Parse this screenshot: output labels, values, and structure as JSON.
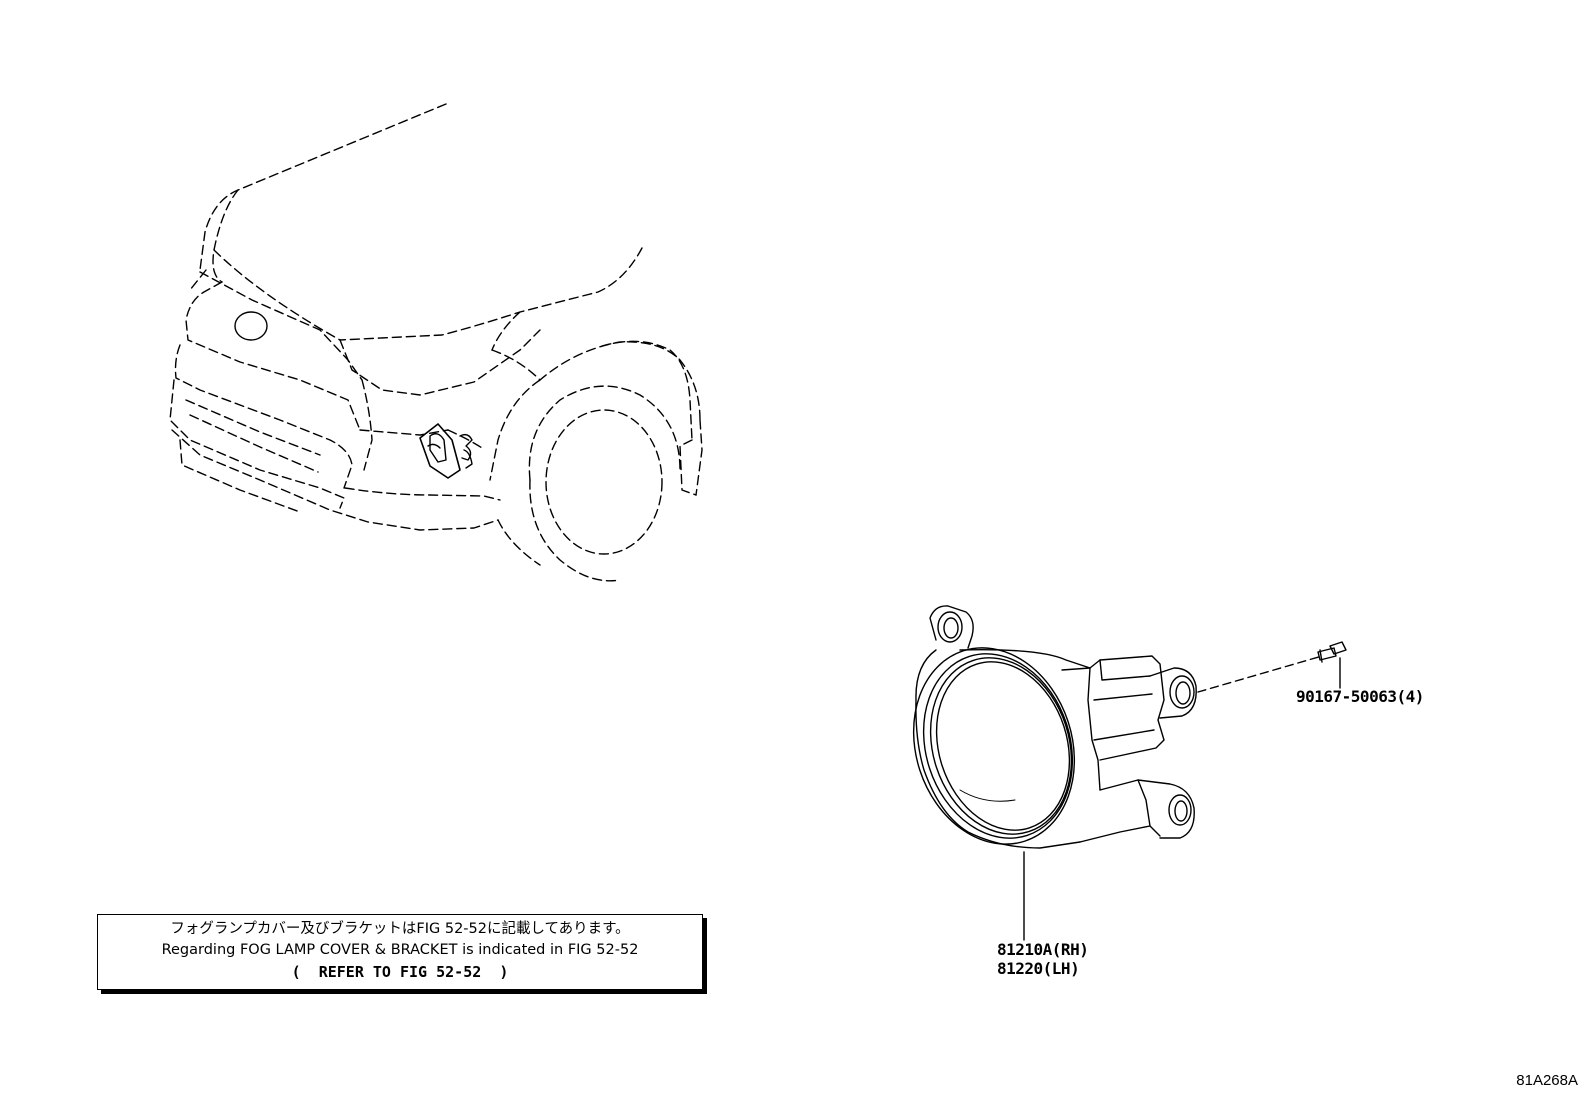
{
  "note": {
    "line_ja": "フォグランプカバー及びブラケットはFIG 52-52に記載してあります。",
    "line_en": "Regarding FOG LAMP COVER & BRACKET is indicated in FIG 52-52",
    "line_ref": "(  REFER TO FIG 52-52  )"
  },
  "parts": {
    "bolt_part_no": "90167-50063(4)",
    "fog_lamp_rh": "81210A(RH)",
    "fog_lamp_lh": "81220(LH)"
  },
  "figure_id": "81A268A"
}
